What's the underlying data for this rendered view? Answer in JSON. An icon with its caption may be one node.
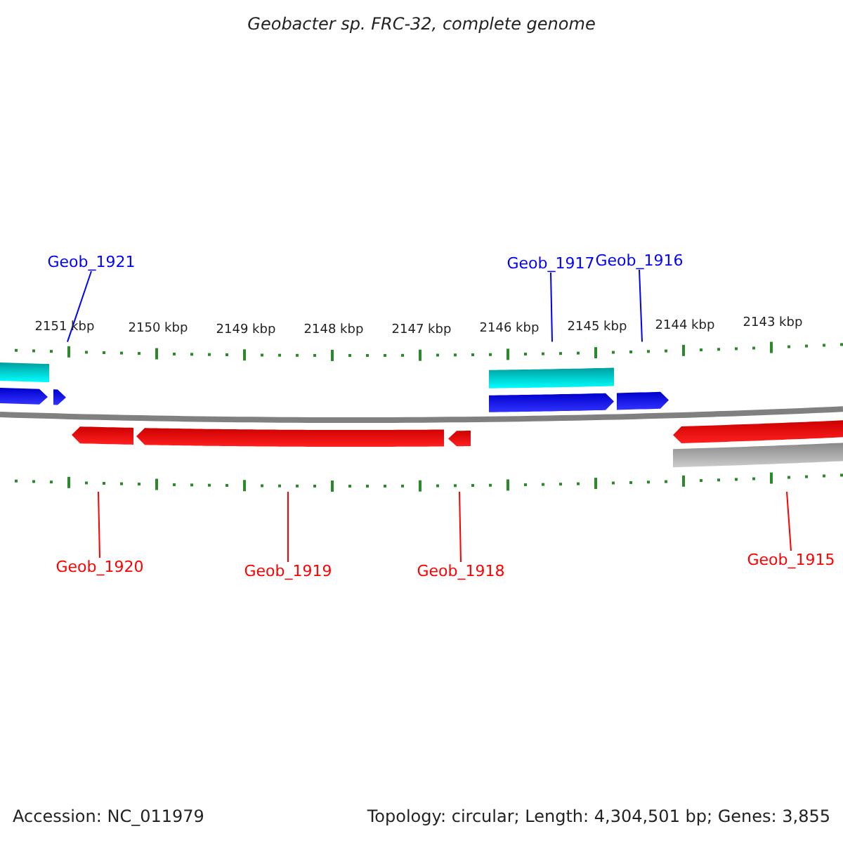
{
  "diagram": {
    "title": "Geobacter sp. FRC-32, complete genome",
    "nodes": [
      {
        "text": [
          "Geob_1921"
        ]
      },
      {
        "text": [
          "Geob_1917"
        ]
      },
      {
        "text": [
          "Geob_1916"
        ]
      },
      {
        "text": [
          "Geob_1920"
        ]
      },
      {
        "text": [
          "Geob_1919"
        ]
      },
      {
        "text": [
          "Geob_1918"
        ]
      },
      {
        "text": [
          "Geob_1915"
        ]
      },
      {
        "text": [],
        "shape": "picture",
        "beside": [
          "2151 kbp",
          "2150 kbp",
          "2149 kbp",
          "2148 kbp",
          "2147 kbp",
          "2146 kbp",
          "2145 kbp",
          "2144 kbp",
          "2143 kbp"
        ]
      }
    ],
    "edges": [
      {
        "from": 0,
        "to": 7,
        "arrow": "none",
        "color": "#0000ff"
      },
      {
        "from": 1,
        "to": 7,
        "arrow": "none",
        "color": "#0000ff"
      },
      {
        "from": 2,
        "to": 7,
        "arrow": "none",
        "color": "#0000ff"
      },
      {
        "from": 3,
        "to": 7,
        "arrow": "none"
      },
      {
        "from": 4,
        "to": 7,
        "arrow": "none"
      },
      {
        "from": 5,
        "to": 7,
        "arrow": "none"
      },
      {
        "from": 6,
        "to": 7,
        "arrow": "none"
      }
    ],
    "labels": [
      "Accession: NC_011979",
      "Topology: circular; Length: 4,304,501 bp; Genes: 3,855"
    ]
  }
}
